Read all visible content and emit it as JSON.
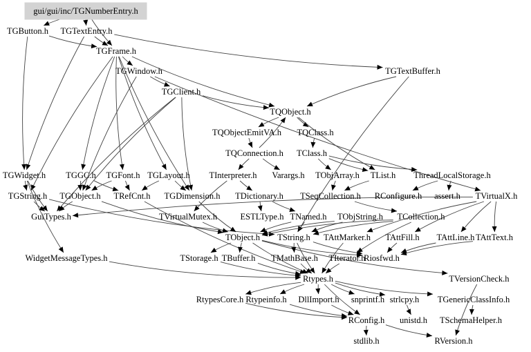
{
  "root": "gui/gui/inc/TGNumberEntry.h",
  "nodes": [
    {
      "id": "root",
      "label": "gui/gui/inc/TGNumberEntry.h"
    },
    {
      "id": "TGButton",
      "label": "TGButton.h"
    },
    {
      "id": "TGTextEntry",
      "label": "TGTextEntry.h"
    },
    {
      "id": "TGFrame",
      "label": "TGFrame.h"
    },
    {
      "id": "TGWindow",
      "label": "TGWindow.h"
    },
    {
      "id": "TGTextBuffer",
      "label": "TGTextBuffer.h"
    },
    {
      "id": "TGClient",
      "label": "TGClient.h"
    },
    {
      "id": "TQObject",
      "label": "TQObject.h"
    },
    {
      "id": "TQObjectEmitVA",
      "label": "TQObjectEmitVA.h"
    },
    {
      "id": "TQClass",
      "label": "TQClass.h"
    },
    {
      "id": "TQConnection",
      "label": "TQConnection.h"
    },
    {
      "id": "TClass",
      "label": "TClass.h"
    },
    {
      "id": "TGWidget",
      "label": "TGWidget.h"
    },
    {
      "id": "TGGC",
      "label": "TGGC.h"
    },
    {
      "id": "TGFont",
      "label": "TGFont.h"
    },
    {
      "id": "TGLayout",
      "label": "TGLayout.h"
    },
    {
      "id": "TInterpreter",
      "label": "TInterpreter.h"
    },
    {
      "id": "Varargs",
      "label": "Varargs.h"
    },
    {
      "id": "TObjArray",
      "label": "TObjArray.h"
    },
    {
      "id": "TList",
      "label": "TList.h"
    },
    {
      "id": "ThreadLocalStorage",
      "label": "ThreadLocalStorage.h"
    },
    {
      "id": "TGString",
      "label": "TGString.h"
    },
    {
      "id": "TGObject",
      "label": "TGObject.h"
    },
    {
      "id": "TRefCnt",
      "label": "TRefCnt.h"
    },
    {
      "id": "TGDimension",
      "label": "TGDimension.h"
    },
    {
      "id": "TDictionary",
      "label": "TDictionary.h"
    },
    {
      "id": "TSeqCollection",
      "label": "TSeqCollection.h"
    },
    {
      "id": "RConfigure",
      "label": "RConfigure.h"
    },
    {
      "id": "assert",
      "label": "assert.h"
    },
    {
      "id": "TVirtualX",
      "label": "TVirtualX.h"
    },
    {
      "id": "GuiTypes",
      "label": "GuiTypes.h"
    },
    {
      "id": "TVirtualMutex",
      "label": "TVirtualMutex.h"
    },
    {
      "id": "ESTLType",
      "label": "ESTLType.h"
    },
    {
      "id": "TNamed",
      "label": "TNamed.h"
    },
    {
      "id": "TObjString",
      "label": "TObjString.h"
    },
    {
      "id": "TCollection",
      "label": "TCollection.h"
    },
    {
      "id": "TObject",
      "label": "TObject.h"
    },
    {
      "id": "TString",
      "label": "TString.h"
    },
    {
      "id": "TAttMarker",
      "label": "TAttMarker.h"
    },
    {
      "id": "TAttFill",
      "label": "TAttFill.h"
    },
    {
      "id": "TAttLine",
      "label": "TAttLine.h"
    },
    {
      "id": "TAttText",
      "label": "TAttText.h"
    },
    {
      "id": "WidgetMessageTypes",
      "label": "WidgetMessageTypes.h"
    },
    {
      "id": "TStorage",
      "label": "TStorage.h"
    },
    {
      "id": "TBuffer",
      "label": "TBuffer.h"
    },
    {
      "id": "TMathBase",
      "label": "TMathBase.h"
    },
    {
      "id": "TIterator",
      "label": "TIterator.h"
    },
    {
      "id": "Riosfwd",
      "label": "Riosfwd.h"
    },
    {
      "id": "Rtypes",
      "label": "Rtypes.h"
    },
    {
      "id": "TVersionCheck",
      "label": "TVersionCheck.h"
    },
    {
      "id": "RtypesCore",
      "label": "RtypesCore.h"
    },
    {
      "id": "Rtypeinfo",
      "label": "Rtypeinfo.h"
    },
    {
      "id": "DllImport",
      "label": "DllImport.h"
    },
    {
      "id": "snprintf",
      "label": "snprintf.h"
    },
    {
      "id": "strlcpy",
      "label": "strlcpy.h"
    },
    {
      "id": "TGenericClassInfo",
      "label": "TGenericClassInfo.h"
    },
    {
      "id": "RConfig",
      "label": "RConfig.h"
    },
    {
      "id": "unistd",
      "label": "unistd.h"
    },
    {
      "id": "TSchemaHelper",
      "label": "TSchemaHelper.h"
    },
    {
      "id": "stdlib",
      "label": "stdlib.h"
    },
    {
      "id": "RVersion",
      "label": "RVersion.h"
    }
  ],
  "edges": [
    [
      "root",
      "TGButton"
    ],
    [
      "root",
      "TGTextEntry"
    ],
    [
      "root",
      "TGFrame"
    ],
    [
      "TGButton",
      "TGFrame"
    ],
    [
      "TGButton",
      "TGWidget"
    ],
    [
      "TGTextEntry",
      "TGFrame"
    ],
    [
      "TGTextEntry",
      "TGTextBuffer"
    ],
    [
      "TGTextEntry",
      "TGWidget"
    ],
    [
      "TGFrame",
      "TGWindow"
    ],
    [
      "TGFrame",
      "TQObject"
    ],
    [
      "TGFrame",
      "TGDimension"
    ],
    [
      "TGFrame",
      "TGGC"
    ],
    [
      "TGFrame",
      "TGFont"
    ],
    [
      "TGFrame",
      "TGLayout"
    ],
    [
      "TGFrame",
      "TGString"
    ],
    [
      "TGWindow",
      "TGClient"
    ],
    [
      "TGWindow",
      "TGObject"
    ],
    [
      "TGWindow",
      "TVirtualX"
    ],
    [
      "TGTextBuffer",
      "TQObject"
    ],
    [
      "TGTextBuffer",
      "TString"
    ],
    [
      "TGClient",
      "TQObject"
    ],
    [
      "TGClient",
      "GuiTypes"
    ],
    [
      "TGClient",
      "TGObject"
    ],
    [
      "TGClient",
      "TGDimension"
    ],
    [
      "TQObject",
      "TQObjectEmitVA"
    ],
    [
      "TQObject",
      "TQClass"
    ],
    [
      "TQObject",
      "TList"
    ],
    [
      "TQObjectEmitVA",
      "TQConnection"
    ],
    [
      "TQClass",
      "TClass"
    ],
    [
      "TQConnection",
      "TInterpreter"
    ],
    [
      "TQConnection",
      "Varargs"
    ],
    [
      "TQConnection",
      "TQObject"
    ],
    [
      "TClass",
      "TObjArray"
    ],
    [
      "TClass",
      "TList"
    ],
    [
      "TClass",
      "ThreadLocalStorage"
    ],
    [
      "TGWidget",
      "TGString"
    ],
    [
      "TGWidget",
      "GuiTypes"
    ],
    [
      "TGWidget",
      "WidgetMessageTypes"
    ],
    [
      "TGGC",
      "TGObject"
    ],
    [
      "TGGC",
      "TRefCnt"
    ],
    [
      "TGFont",
      "TGObject"
    ],
    [
      "TGFont",
      "TRefCnt"
    ],
    [
      "TGLayout",
      "TGDimension"
    ],
    [
      "TGLayout",
      "TRefCnt"
    ],
    [
      "TInterpreter",
      "TDictionary"
    ],
    [
      "TInterpreter",
      "TVirtualMutex"
    ],
    [
      "TObjArray",
      "TSeqCollection"
    ],
    [
      "TList",
      "TSeqCollection"
    ],
    [
      "ThreadLocalStorage",
      "RConfigure"
    ],
    [
      "ThreadLocalStorage",
      "assert"
    ],
    [
      "TGString",
      "GuiTypes"
    ],
    [
      "TGString",
      "TString"
    ],
    [
      "TGObject",
      "GuiTypes"
    ],
    [
      "TGObject",
      "TObject"
    ],
    [
      "TRefCnt",
      "Rtypes"
    ],
    [
      "TGDimension",
      "TObject"
    ],
    [
      "TDictionary",
      "TNamed"
    ],
    [
      "TDictionary",
      "ESTLType"
    ],
    [
      "TSeqCollection",
      "TCollection"
    ],
    [
      "TVirtualX",
      "GuiTypes"
    ],
    [
      "TVirtualX",
      "TAttText"
    ],
    [
      "TVirtualX",
      "TAttFill"
    ],
    [
      "TVirtualX",
      "TAttLine"
    ],
    [
      "TVirtualX",
      "TAttMarker"
    ],
    [
      "TVirtualMutex",
      "TObject"
    ],
    [
      "TNamed",
      "TObject"
    ],
    [
      "TNamed",
      "TString"
    ],
    [
      "TObjString",
      "TObject"
    ],
    [
      "TObjString",
      "TString"
    ],
    [
      "TCollection",
      "TObject"
    ],
    [
      "TCollection",
      "TIterator"
    ],
    [
      "TCollection",
      "TString"
    ],
    [
      "TObject",
      "TStorage"
    ],
    [
      "TObject",
      "TBuffer"
    ],
    [
      "TObject",
      "Riosfwd"
    ],
    [
      "TObject",
      "TVersionCheck"
    ],
    [
      "TObject",
      "Rtypes"
    ],
    [
      "TString",
      "TMathBase"
    ],
    [
      "TString",
      "Riosfwd"
    ],
    [
      "TString",
      "Rtypes"
    ],
    [
      "TAttMarker",
      "Rtypes"
    ],
    [
      "TAttFill",
      "Riosfwd"
    ],
    [
      "TAttLine",
      "Riosfwd"
    ],
    [
      "TAttText",
      "Riosfwd"
    ],
    [
      "WidgetMessageTypes",
      "Rtypes"
    ],
    [
      "TStorage",
      "Rtypes"
    ],
    [
      "TBuffer",
      "Rtypes"
    ],
    [
      "TMathBase",
      "Rtypes"
    ],
    [
      "TIterator",
      "Rtypes"
    ],
    [
      "TVersionCheck",
      "RVersion"
    ],
    [
      "Rtypes",
      "RtypesCore"
    ],
    [
      "Rtypes",
      "Rtypeinfo"
    ],
    [
      "Rtypes",
      "DllImport"
    ],
    [
      "Rtypes",
      "snprintf"
    ],
    [
      "Rtypes",
      "strlcpy"
    ],
    [
      "Rtypes",
      "TGenericClassInfo"
    ],
    [
      "Rtypes",
      "RConfig"
    ],
    [
      "RtypesCore",
      "RConfig"
    ],
    [
      "Rtypeinfo",
      "RConfig"
    ],
    [
      "DllImport",
      "RConfig"
    ],
    [
      "TGenericClassInfo",
      "TSchemaHelper"
    ],
    [
      "strlcpy",
      "unistd"
    ],
    [
      "RConfig",
      "stdlib"
    ],
    [
      "RConfig",
      "RVersion"
    ]
  ]
}
